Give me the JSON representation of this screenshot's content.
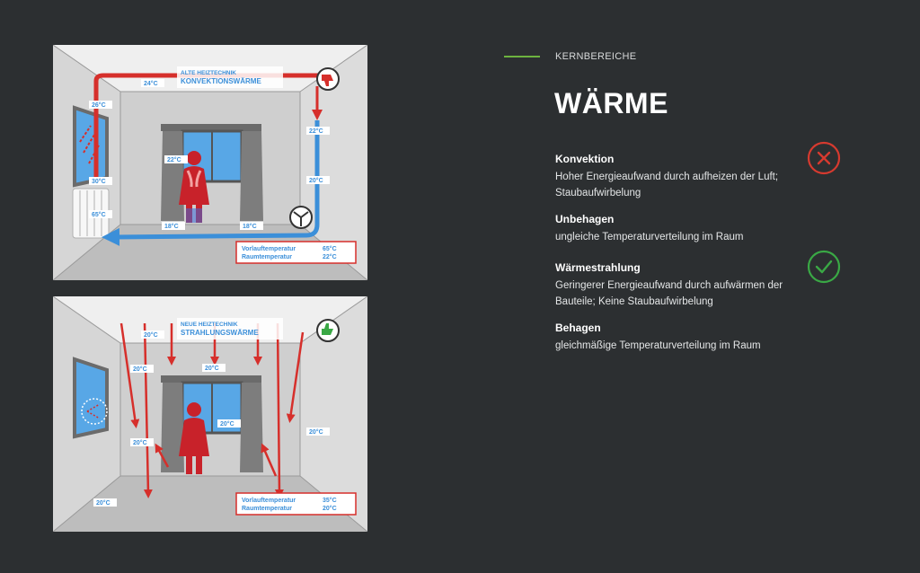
{
  "section": {
    "eyebrow": "KERNBEREICHE",
    "title": "WÄRME",
    "accent_color": "#6db33f"
  },
  "items": [
    {
      "heading": "Konvektion",
      "text": "Hoher Energieaufwand durch aufheizen der Luft; Staubaufwirbelung",
      "status": "negative",
      "icon": "x-circle-icon",
      "color": "#d63a2f"
    },
    {
      "heading": "Unbehagen",
      "text": "ungleiche Temperaturverteilung im Raum"
    },
    {
      "heading": "Wärmestrahlung",
      "text": "Geringerer Energieaufwand durch aufwärmen der Bauteile; Keine Staubaufwirbelung",
      "status": "positive",
      "icon": "check-circle-icon",
      "color": "#3aa845"
    },
    {
      "heading": "Behagen",
      "text": "gleichmäßige Temperaturverteilung im Raum"
    }
  ],
  "diagram_convection": {
    "subtitle": "ALTE HEIZTECHNIK",
    "title": "KONVEKTIONSWÄRME",
    "icon": "thumbs-down-icon",
    "temps": [
      "24°C",
      "26°C",
      "30°C",
      "65°C",
      "22°C",
      "22°C",
      "20°C",
      "18°C",
      "18°C"
    ],
    "info": {
      "label1": "Vorlauftemperatur",
      "value1": "65°C",
      "label2": "Raumtemperatur",
      "value2": "22°C"
    }
  },
  "diagram_radiation": {
    "subtitle": "NEUE HEIZTECHNIK",
    "title": "STRAHLUNGSWÄRME",
    "icon": "thumbs-up-icon",
    "temps": [
      "20°C",
      "20°C",
      "20°C",
      "20°C",
      "20°C",
      "20°C",
      "20°C"
    ],
    "info": {
      "label1": "Vorlauftemperatur",
      "value1": "35°C",
      "label2": "Raumtemperatur",
      "value2": "20°C"
    }
  }
}
